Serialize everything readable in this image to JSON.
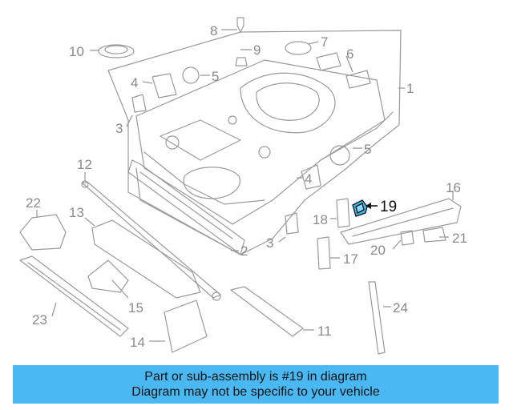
{
  "diagram": {
    "highlight_color": "#41b7ef",
    "callouts": [
      {
        "id": "1",
        "label": "1"
      },
      {
        "id": "2",
        "label": "2"
      },
      {
        "id": "3a",
        "label": "3"
      },
      {
        "id": "3b",
        "label": "3"
      },
      {
        "id": "4a",
        "label": "4"
      },
      {
        "id": "4b",
        "label": "4"
      },
      {
        "id": "5a",
        "label": "5"
      },
      {
        "id": "5b",
        "label": "5"
      },
      {
        "id": "6",
        "label": "6"
      },
      {
        "id": "7",
        "label": "7"
      },
      {
        "id": "8",
        "label": "8"
      },
      {
        "id": "9",
        "label": "9"
      },
      {
        "id": "10",
        "label": "10"
      },
      {
        "id": "11",
        "label": "11"
      },
      {
        "id": "12",
        "label": "12"
      },
      {
        "id": "13",
        "label": "13"
      },
      {
        "id": "14",
        "label": "14"
      },
      {
        "id": "15",
        "label": "15"
      },
      {
        "id": "16",
        "label": "16"
      },
      {
        "id": "17",
        "label": "17"
      },
      {
        "id": "18",
        "label": "18"
      },
      {
        "id": "19",
        "label": "19",
        "highlighted": true
      },
      {
        "id": "20",
        "label": "20"
      },
      {
        "id": "21",
        "label": "21"
      },
      {
        "id": "22",
        "label": "22"
      },
      {
        "id": "23",
        "label": "23"
      },
      {
        "id": "24",
        "label": "24"
      }
    ]
  },
  "banner": {
    "line1": "Part or sub-assembly is #19 in diagram",
    "line2": "Diagram may not be specific to your vehicle",
    "background": "#4ab8f2"
  }
}
